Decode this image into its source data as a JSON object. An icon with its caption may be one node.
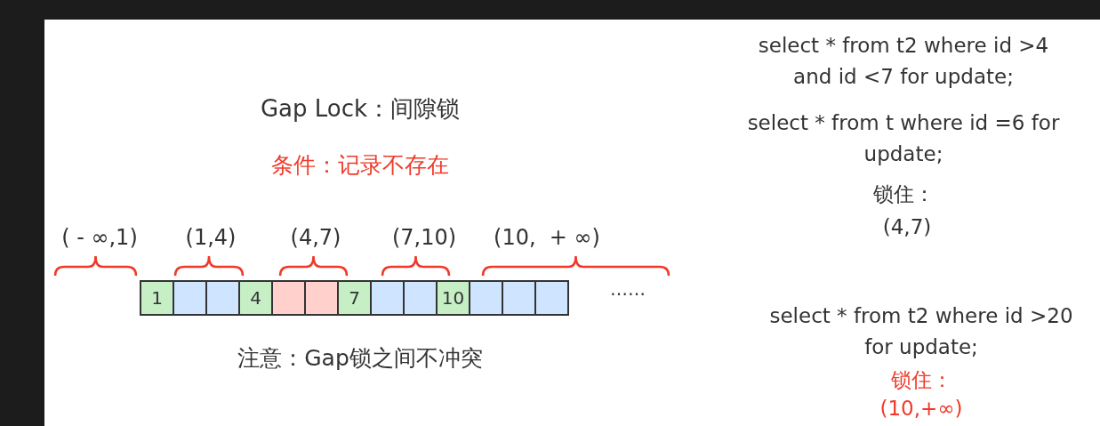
{
  "diagram": {
    "nodes": [
      {
        "text": [
          "1"
        ]
      },
      {
        "text": [],
        "shape": "box"
      },
      {
        "text": [],
        "shape": "box"
      },
      {
        "text": [
          "4"
        ]
      },
      {
        "text": [],
        "shape": "box"
      },
      {
        "text": [],
        "shape": "box"
      },
      {
        "text": [
          "7"
        ]
      },
      {
        "text": [],
        "shape": "box"
      },
      {
        "text": [],
        "shape": "box"
      },
      {
        "text": [
          "10"
        ]
      },
      {
        "text": [],
        "shape": "box"
      },
      {
        "text": [],
        "shape": "box"
      },
      {
        "text": [],
        "shape": "box"
      }
    ],
    "edges": [],
    "labels": [
      "Gap Lock：间隙锁",
      "条件：记录不存在",
      "( - ∞,1)",
      "(1,4)",
      "(4,7)",
      "(7,10)",
      "(10,  + ∞)",
      "……",
      "注意：Gap锁之间不冲突",
      "select * from t2 where id >4 and id <7 for update;",
      "select * from t where id =6 for update;",
      "锁住：",
      "(4,7)",
      "select * from t2 where id >20 for update;",
      "锁住：",
      "(10,+∞)"
    ]
  }
}
